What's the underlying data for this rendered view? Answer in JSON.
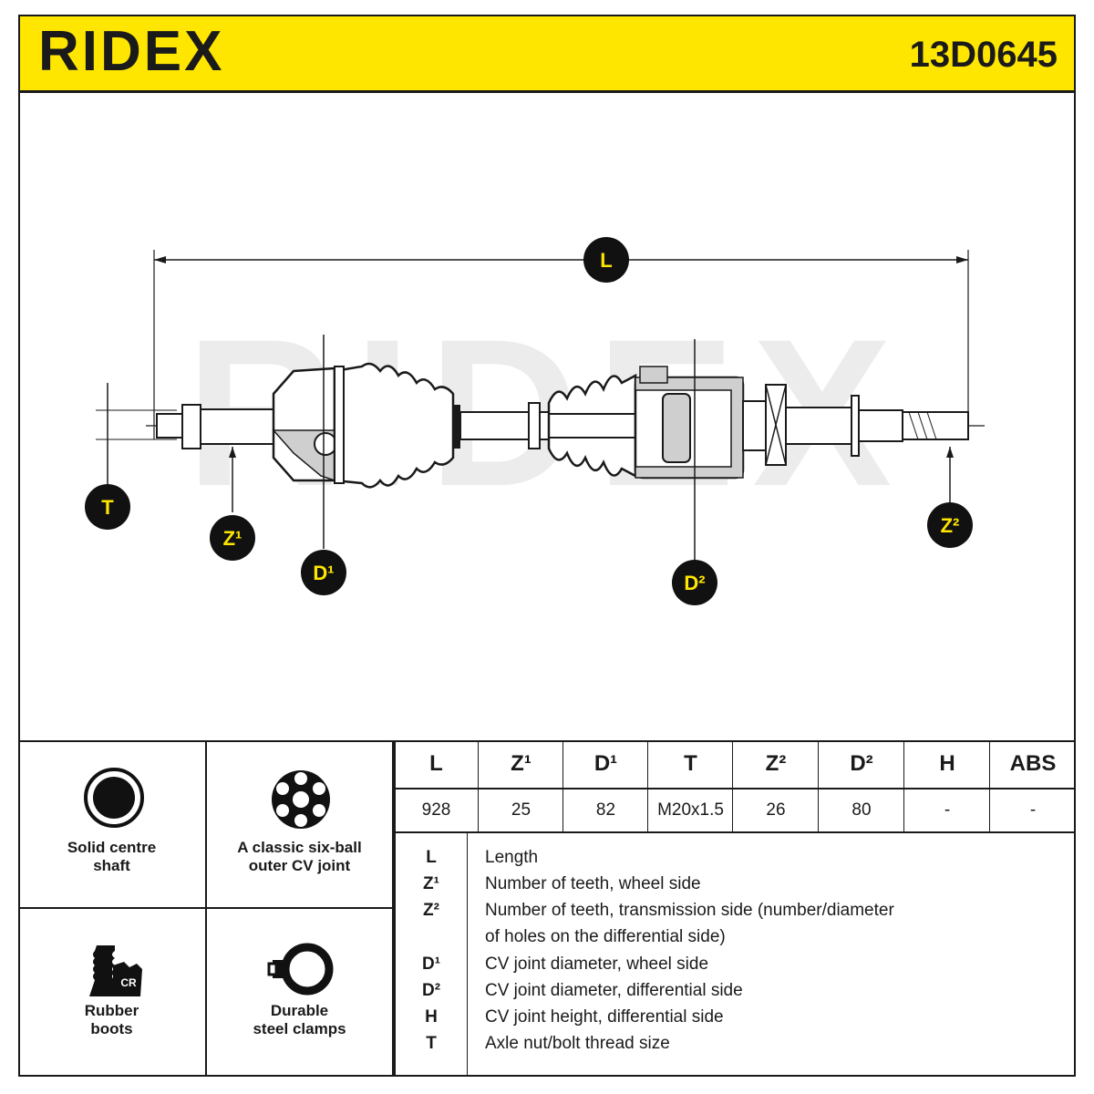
{
  "header": {
    "brand": "RIDEX",
    "part_number": "13D0645",
    "colors": {
      "accent": "#ffe600",
      "ink": "#1a1a1a"
    }
  },
  "diagram": {
    "watermark": "RIDEX",
    "labels": {
      "L": "L",
      "T": "T",
      "Z1": "Z¹",
      "D1": "D¹",
      "D2": "D²",
      "Z2": "Z²"
    }
  },
  "features": [
    {
      "label_line1": "Solid centre",
      "label_line2": "shaft",
      "icon": "solid-shaft-icon"
    },
    {
      "label_line1": "A classic six-ball",
      "label_line2": "outer CV joint",
      "icon": "six-ball-joint-icon"
    },
    {
      "label_line1": "Rubber",
      "label_line2": "boots",
      "icon": "rubber-boot-icon",
      "icon_text": "CR"
    },
    {
      "label_line1": "Durable",
      "label_line2": "steel clamps",
      "icon": "clamp-icon"
    }
  ],
  "specs": {
    "headers": [
      "L",
      "Z¹",
      "D¹",
      "T",
      "Z²",
      "D²",
      "H",
      "ABS"
    ],
    "values": [
      "928",
      "25",
      "82",
      "M20x1.5",
      "26",
      "80",
      "-",
      "-"
    ]
  },
  "legend": [
    {
      "key": "L",
      "text": "Length"
    },
    {
      "key": "Z¹",
      "text": "Number of teeth, wheel side"
    },
    {
      "key": "Z²",
      "text": "Number of teeth, transmission side (number/diameter"
    },
    {
      "key": "",
      "text": "of holes on the differential side)"
    },
    {
      "key": "D¹",
      "text": "CV joint diameter, wheel side"
    },
    {
      "key": "D²",
      "text": "CV joint diameter, differential side"
    },
    {
      "key": "H",
      "text": "CV joint height, differential side"
    },
    {
      "key": "T",
      "text": "Axle nut/bolt thread size"
    }
  ]
}
